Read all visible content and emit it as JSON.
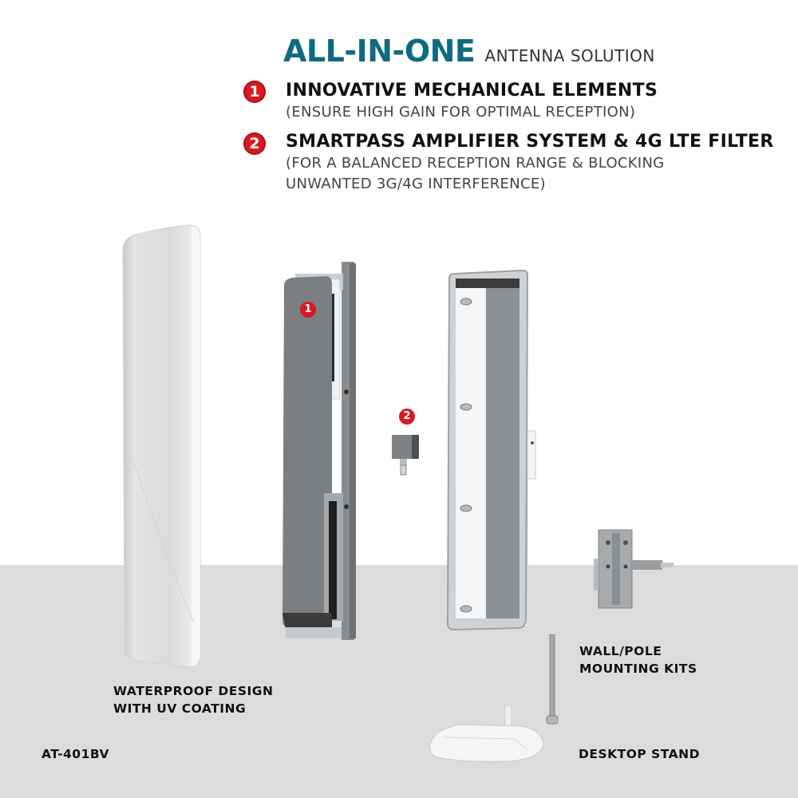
{
  "header": {
    "title_main": "ALL-IN-ONE",
    "title_sub": "ANTENNA SOLUTION"
  },
  "features": [
    {
      "number": "1",
      "title": "INNOVATIVE MECHANICAL ELEMENTS",
      "description_lines": [
        "(ENSURE HIGH GAIN FOR OPTIMAL RECEPTION)"
      ]
    },
    {
      "number": "2",
      "title": "SMARTPASS AMPLIFIER SYSTEM & 4G LTE FILTER",
      "description_lines": [
        "(FOR A BALANCED RECEPTION RANGE & BLOCKING",
        "UNWANTED 3G/4G INTERFERENCE)"
      ]
    }
  ],
  "callouts": {
    "element_badge": "1",
    "amplifier_badge": "2"
  },
  "labels": {
    "waterproof_line1": "WATERPROOF DESIGN",
    "waterproof_line2": "WITH UV COATING",
    "mounting_line1": "WALL/POLE",
    "mounting_line2": "MOUNTING KITS",
    "desktop_stand": "DESKTOP STAND",
    "model": "AT-401BV"
  },
  "colors": {
    "title_teal": "#0f6a80",
    "badge_red": "#d71920",
    "floor_gray": "#dcdcdc",
    "panel_gray": "#7c7f82"
  }
}
